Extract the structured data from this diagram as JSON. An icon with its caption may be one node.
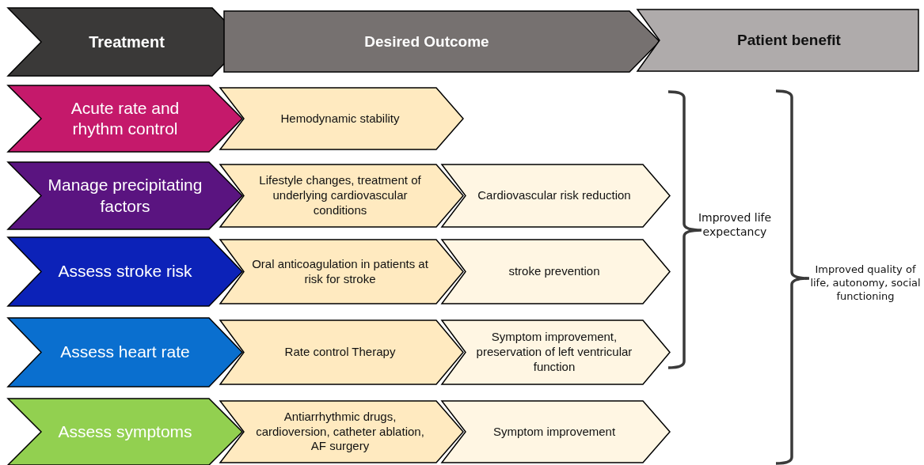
{
  "diagram": {
    "nodes": [
      {
        "text": [
          "Treatment"
        ]
      },
      {
        "text": [
          "Desired Outcome"
        ]
      },
      {
        "text": [
          "Patient benefit"
        ]
      },
      {
        "text": [
          "Acute rate and rhythm control"
        ]
      },
      {
        "text": [
          "Hemodynamic stability"
        ]
      },
      {
        "text": [
          "Manage precipitating factors"
        ]
      },
      {
        "text": [
          "Lifestyle changes, treatment of underlying cardiovascular conditions"
        ]
      },
      {
        "text": [
          "Cardiovascular risk reduction"
        ]
      },
      {
        "text": [
          "Assess stroke risk"
        ]
      },
      {
        "text": [
          "Oral anticoagulation in patients at risk for stroke"
        ]
      },
      {
        "text": [
          "stroke prevention"
        ]
      },
      {
        "text": [
          "Assess heart rate"
        ]
      },
      {
        "text": [
          "Rate control Therapy"
        ]
      },
      {
        "text": [
          "Symptom improvement, preservation of left ventricular function"
        ]
      },
      {
        "text": [
          "Assess symptoms"
        ]
      },
      {
        "text": [
          "Antiarrhythmic drugs, cardioversion, catheter ablation, AF surgery"
        ]
      },
      {
        "text": [
          "Symptom improvement"
        ]
      }
    ],
    "edges": [],
    "labels": [
      "Improved life expectancy",
      "Improved quality of life, autonomy, social functioning"
    ]
  }
}
